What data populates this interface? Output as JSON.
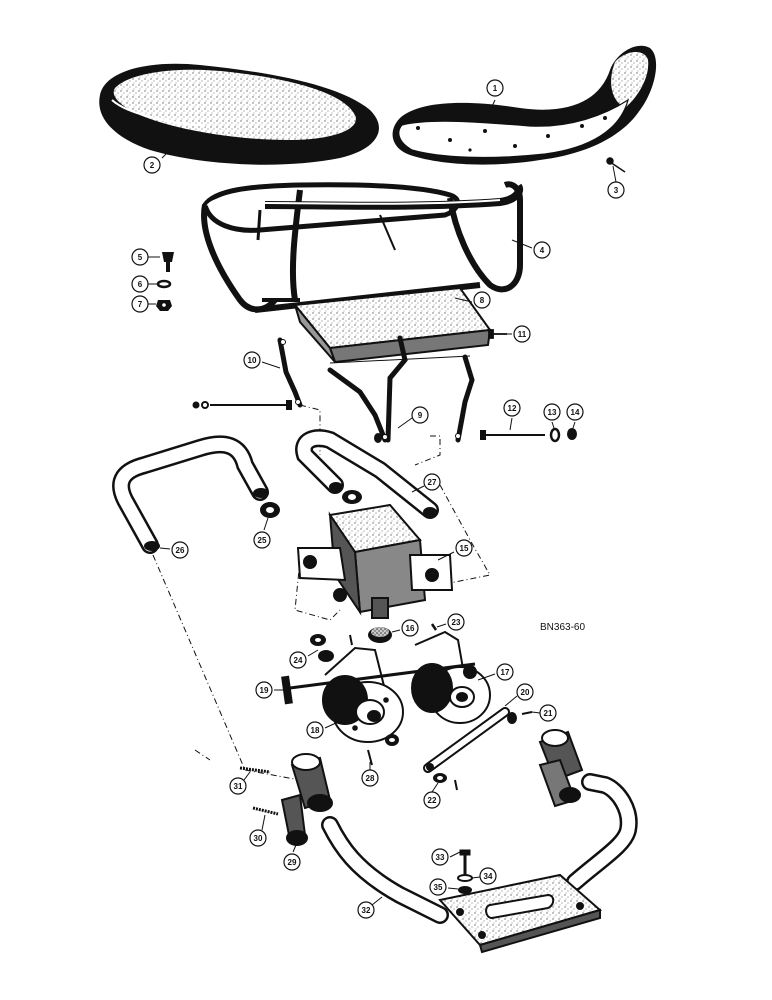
{
  "figure_code": "BN363-60",
  "callouts": [
    "1",
    "2",
    "3",
    "4",
    "5",
    "6",
    "7",
    "8",
    "9",
    "10",
    "11",
    "12",
    "13",
    "14",
    "15",
    "16",
    "17",
    "18",
    "19",
    "20",
    "21",
    "22",
    "23",
    "24",
    "25",
    "26",
    "27",
    "28",
    "29",
    "30",
    "31",
    "32",
    "33",
    "34",
    "35"
  ],
  "colors": {
    "ink": "#111111",
    "paper": "#ffffff",
    "stipple": "#9a9a9a",
    "metal_shade": "#5a5a5a"
  },
  "parts": [
    {
      "ref": "1",
      "name": "seat-back-cushion"
    },
    {
      "ref": "2",
      "name": "seat-cushion"
    },
    {
      "ref": "3",
      "name": "screw"
    },
    {
      "ref": "4",
      "name": "seat-frame"
    },
    {
      "ref": "5",
      "name": "bolt"
    },
    {
      "ref": "6",
      "name": "lock-washer"
    },
    {
      "ref": "7",
      "name": "nut"
    },
    {
      "ref": "8",
      "name": "seat-support-plate"
    },
    {
      "ref": "9",
      "name": "support-link"
    },
    {
      "ref": "10",
      "name": "support-link"
    },
    {
      "ref": "11",
      "name": "screw"
    },
    {
      "ref": "12",
      "name": "bolt"
    },
    {
      "ref": "13",
      "name": "washer"
    },
    {
      "ref": "14",
      "name": "nut"
    },
    {
      "ref": "15",
      "name": "seat-bracket"
    },
    {
      "ref": "16",
      "name": "bushing"
    },
    {
      "ref": "17",
      "name": "spring-housing"
    },
    {
      "ref": "18",
      "name": "spring-housing"
    },
    {
      "ref": "19",
      "name": "adjusting-rod"
    },
    {
      "ref": "20",
      "name": "link"
    },
    {
      "ref": "21",
      "name": "pin"
    },
    {
      "ref": "22",
      "name": "washer"
    },
    {
      "ref": "23",
      "name": "pin"
    },
    {
      "ref": "24",
      "name": "bushing"
    },
    {
      "ref": "25",
      "name": "washer"
    },
    {
      "ref": "26",
      "name": "support-tube"
    },
    {
      "ref": "27",
      "name": "support-tube"
    },
    {
      "ref": "28",
      "name": "pin"
    },
    {
      "ref": "29",
      "name": "pivot-bracket"
    },
    {
      "ref": "30",
      "name": "pin"
    },
    {
      "ref": "31",
      "name": "pin"
    },
    {
      "ref": "32",
      "name": "mounting-tube"
    },
    {
      "ref": "33",
      "name": "bolt"
    },
    {
      "ref": "34",
      "name": "washer"
    },
    {
      "ref": "35",
      "name": "nut"
    }
  ]
}
